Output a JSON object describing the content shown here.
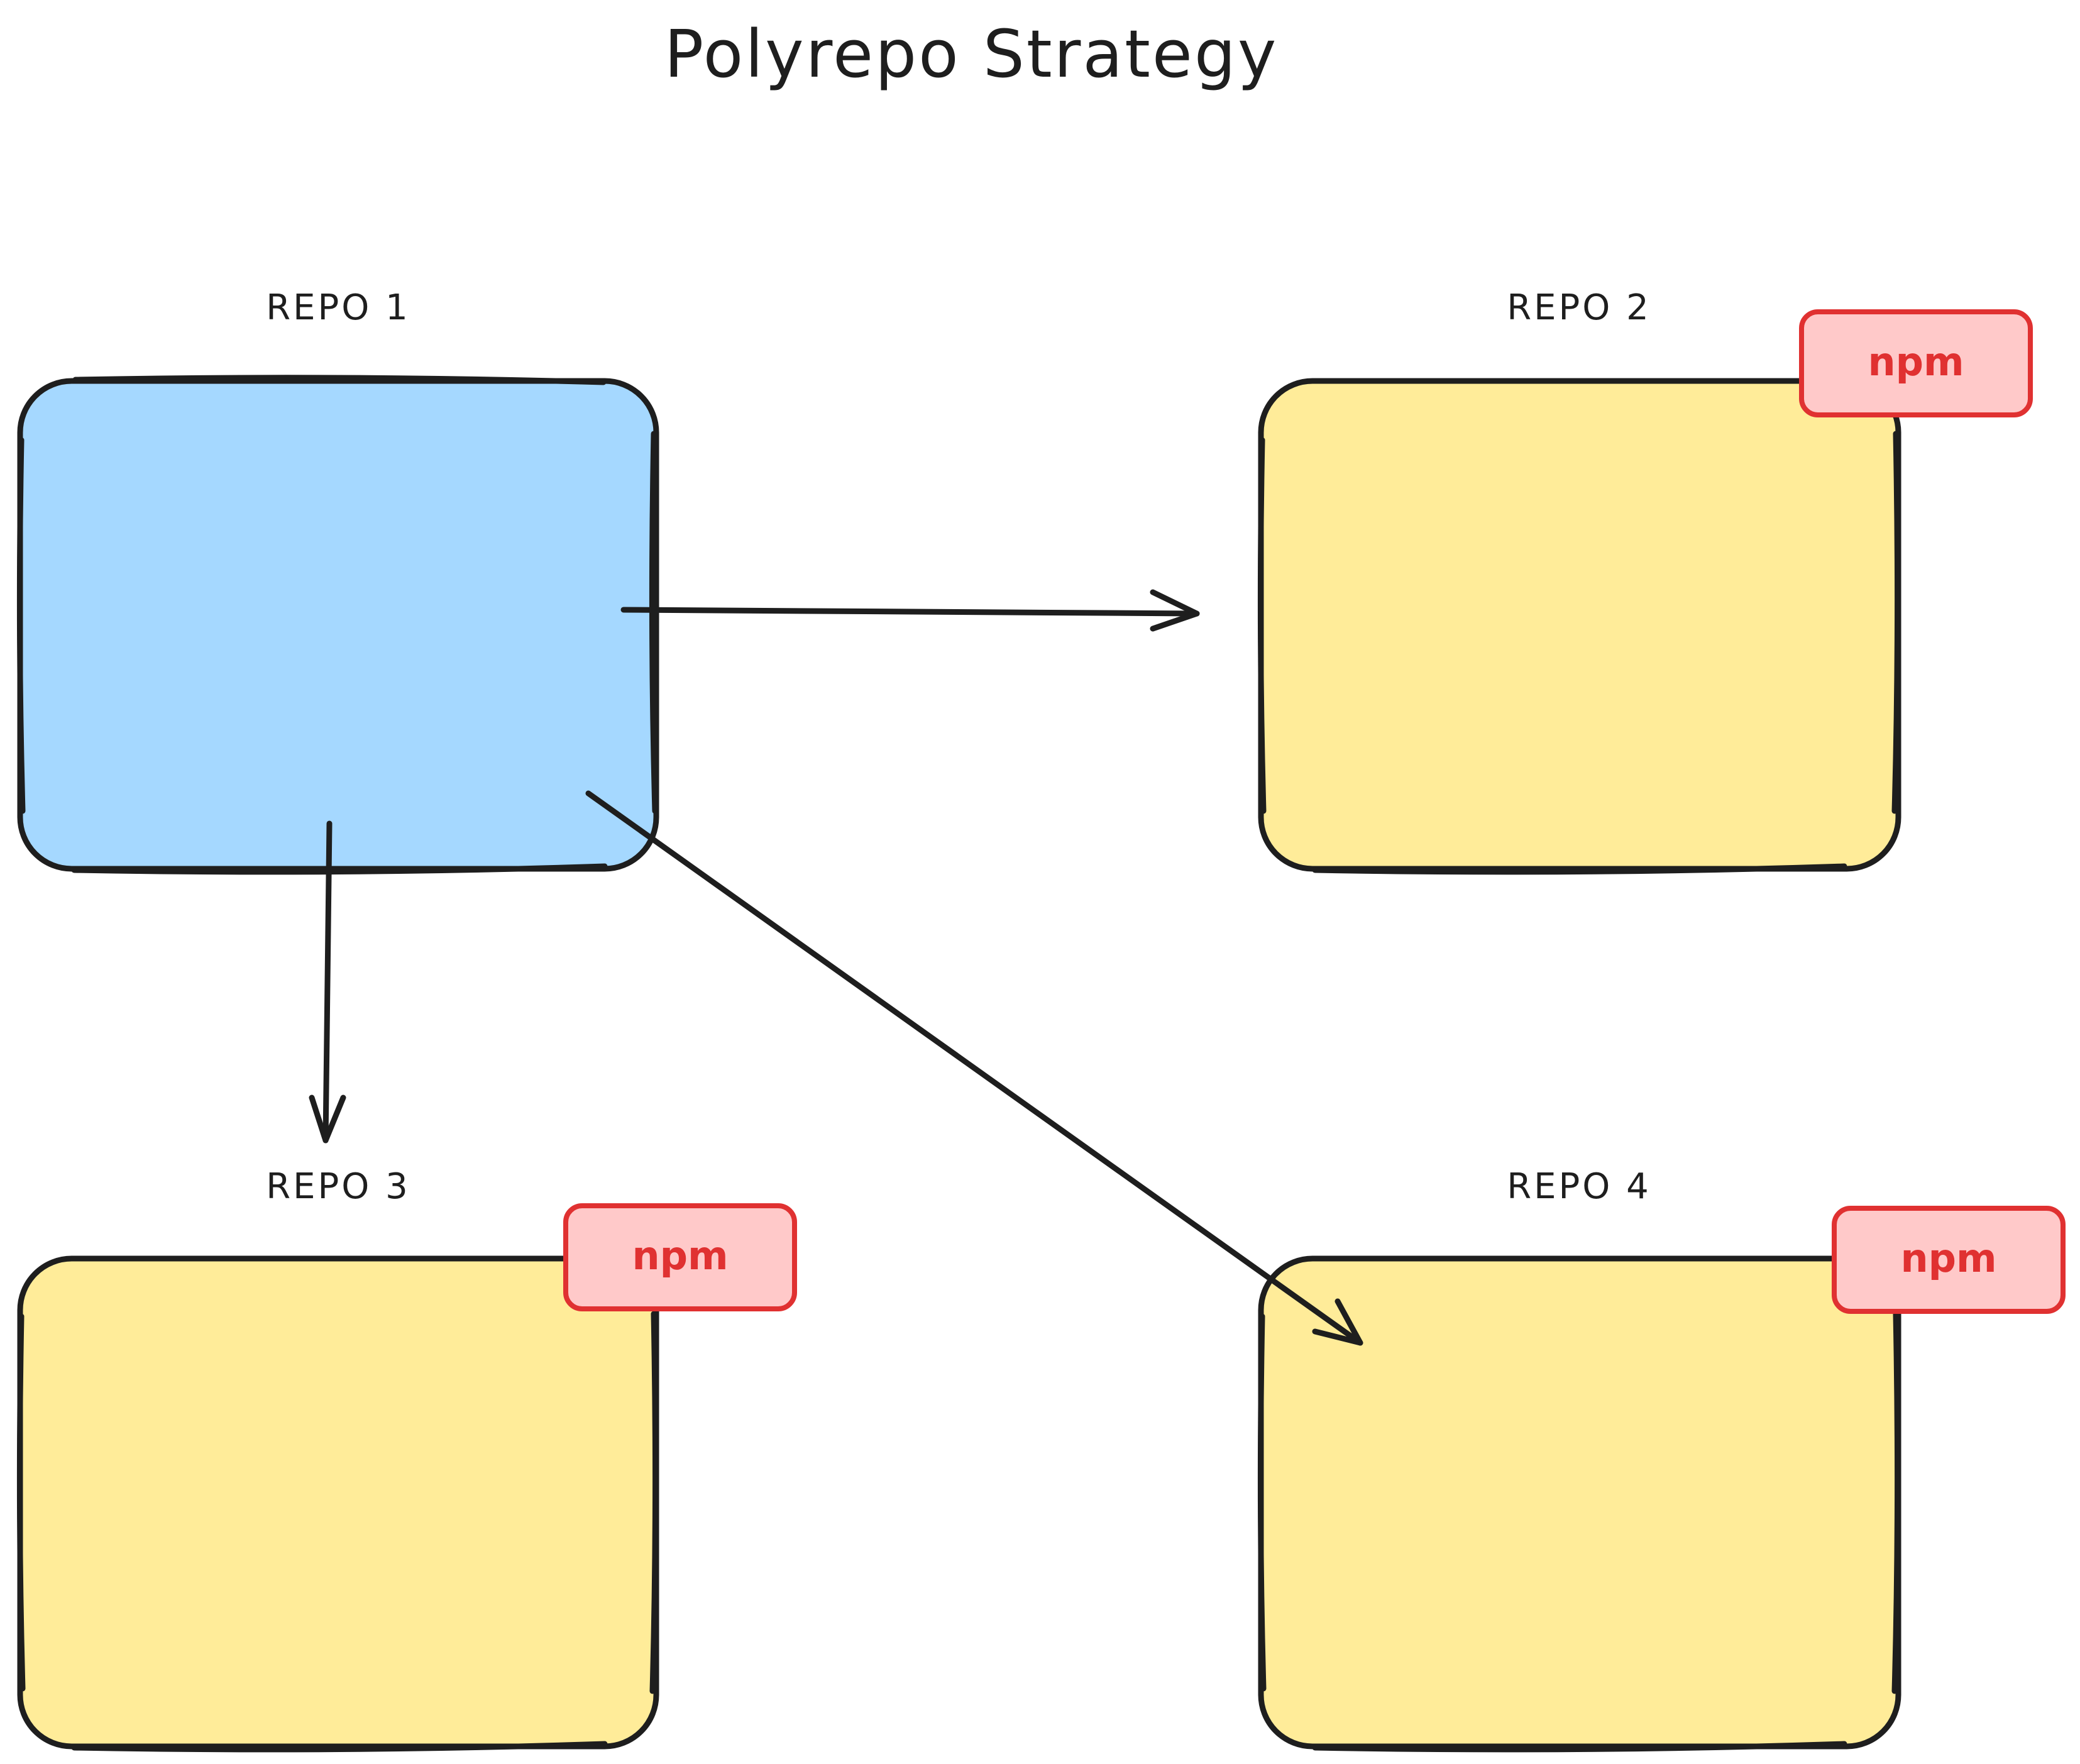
{
  "title": "Polyrepo Strategy",
  "colors": {
    "stroke": "#1e1e1e",
    "source_fill": "#a5d8ff",
    "package_fill": "#ffec99",
    "badge_fill": "#ffc9c9",
    "badge_stroke": "#e03131"
  },
  "repos": [
    {
      "label": "REPO 1",
      "badge": ""
    },
    {
      "label": "REPO 2",
      "badge": "npm"
    },
    {
      "label": "REPO 3",
      "badge": "npm"
    },
    {
      "label": "REPO 4",
      "badge": "npm"
    }
  ],
  "connections": [
    {
      "from": "REPO 1",
      "to": "REPO 2"
    },
    {
      "from": "REPO 1",
      "to": "REPO 3"
    },
    {
      "from": "REPO 1",
      "to": "REPO 4"
    }
  ]
}
